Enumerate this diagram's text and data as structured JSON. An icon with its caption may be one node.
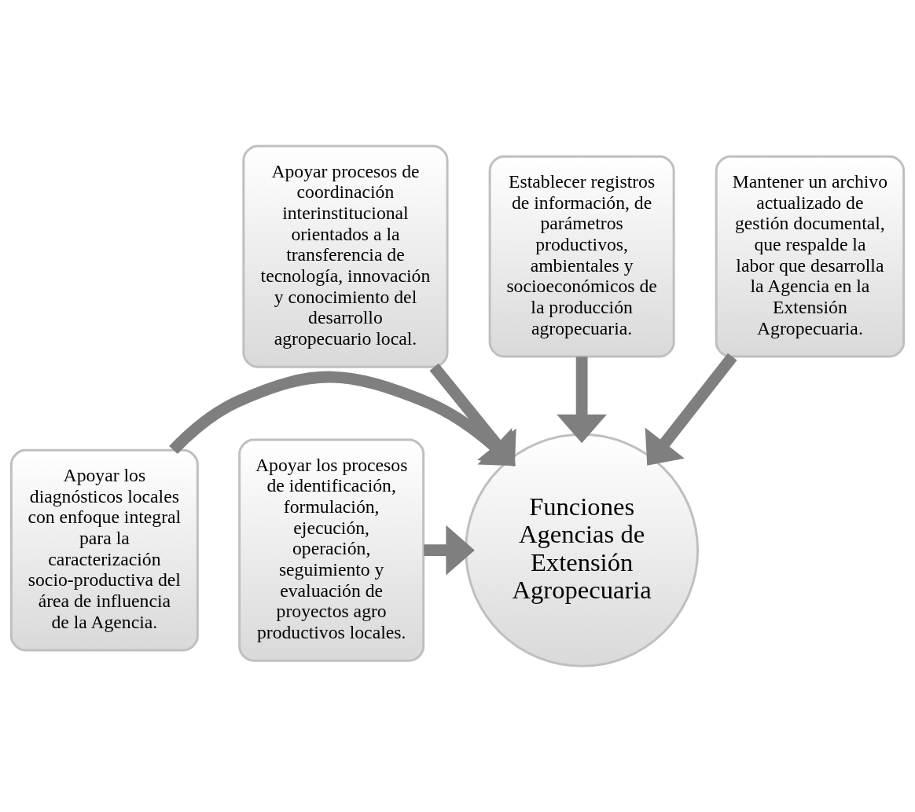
{
  "diagram": {
    "nodes": [
      {
        "text": [
          "Apoyar procesos de coordinación interinstitucional orientados a la transferencia de tecnología, innovación y conocimiento del desarrollo agropecuario local."
        ]
      },
      {
        "text": [
          "Establecer registros de información, de parámetros productivos, ambientales y socioeconómicos de la producción agropecuaria."
        ]
      },
      {
        "text": [
          "Mantener un archivo actualizado de gestión documental, que respalde la labor que desarrolla la Agencia en la Extensión Agropecuaria."
        ]
      },
      {
        "text": [
          "Funciones Agencias de Extensión Agropecuaria"
        ]
      },
      {
        "text": [
          "Apoyar los diagnósticos locales con enfoque integral para la caracterización socio-productiva del área de influencia de la Agencia."
        ]
      },
      {
        "text": [
          "Apoyar los procesos de identificación, formulación, ejecución, operación, seguimiento y evaluación de proyectos agro productivos locales."
        ]
      }
    ],
    "edges": [
      {
        "from": 1,
        "to": 3,
        "arrow": "to"
      },
      {
        "from": 0,
        "to": 3,
        "arrow": "to"
      },
      {
        "from": 2,
        "to": 3,
        "arrow": "to"
      },
      {
        "from": 4,
        "to": 3,
        "arrow": "to"
      },
      {
        "from": 5,
        "to": 3,
        "arrow": "to"
      }
    ]
  }
}
